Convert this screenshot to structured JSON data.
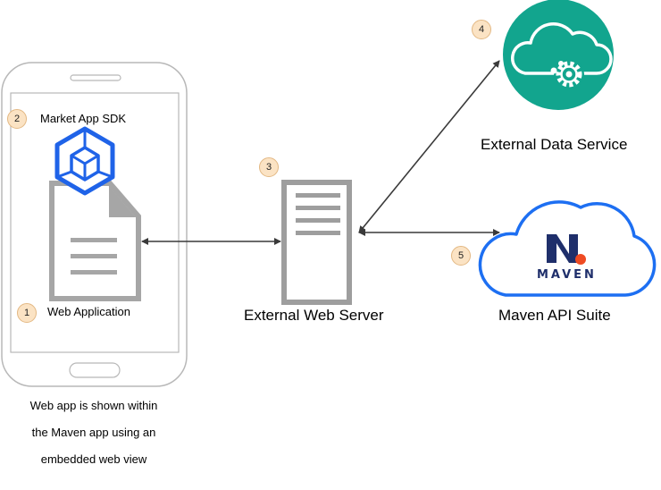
{
  "nodes": {
    "market_sdk": {
      "badge": "2",
      "label": "Market App SDK"
    },
    "web_application": {
      "badge": "1",
      "label": "Web Application"
    },
    "web_server": {
      "badge": "3",
      "label": "External Web Server"
    },
    "data_service": {
      "badge": "4",
      "label": "External Data Service"
    },
    "maven_api": {
      "badge": "5",
      "label": "Maven API Suite",
      "logo_text": "MAVEN"
    }
  },
  "caption": {
    "line1": "Web app is shown within",
    "line2": "the Maven app using an",
    "line3": "embedded web view"
  },
  "colors": {
    "phone_outline": "#b8b8b8",
    "document_gray": "#a6a6a6",
    "sdk_cube": "#1f63e8",
    "server_gray": "#9e9e9e",
    "arrow": "#3a3a3a",
    "data_service_teal": "#12a58e",
    "cloud_blue": "#1d6ff2",
    "maven_navy": "#1f2f6b",
    "maven_orange": "#ef4b23",
    "badge_fill": "#fbe3c4"
  },
  "icons": [
    "phone-outline",
    "document-icon",
    "sdk-cube-icon",
    "server-icon",
    "cloud-gear-icon",
    "cloud-icon",
    "maven-logo"
  ]
}
